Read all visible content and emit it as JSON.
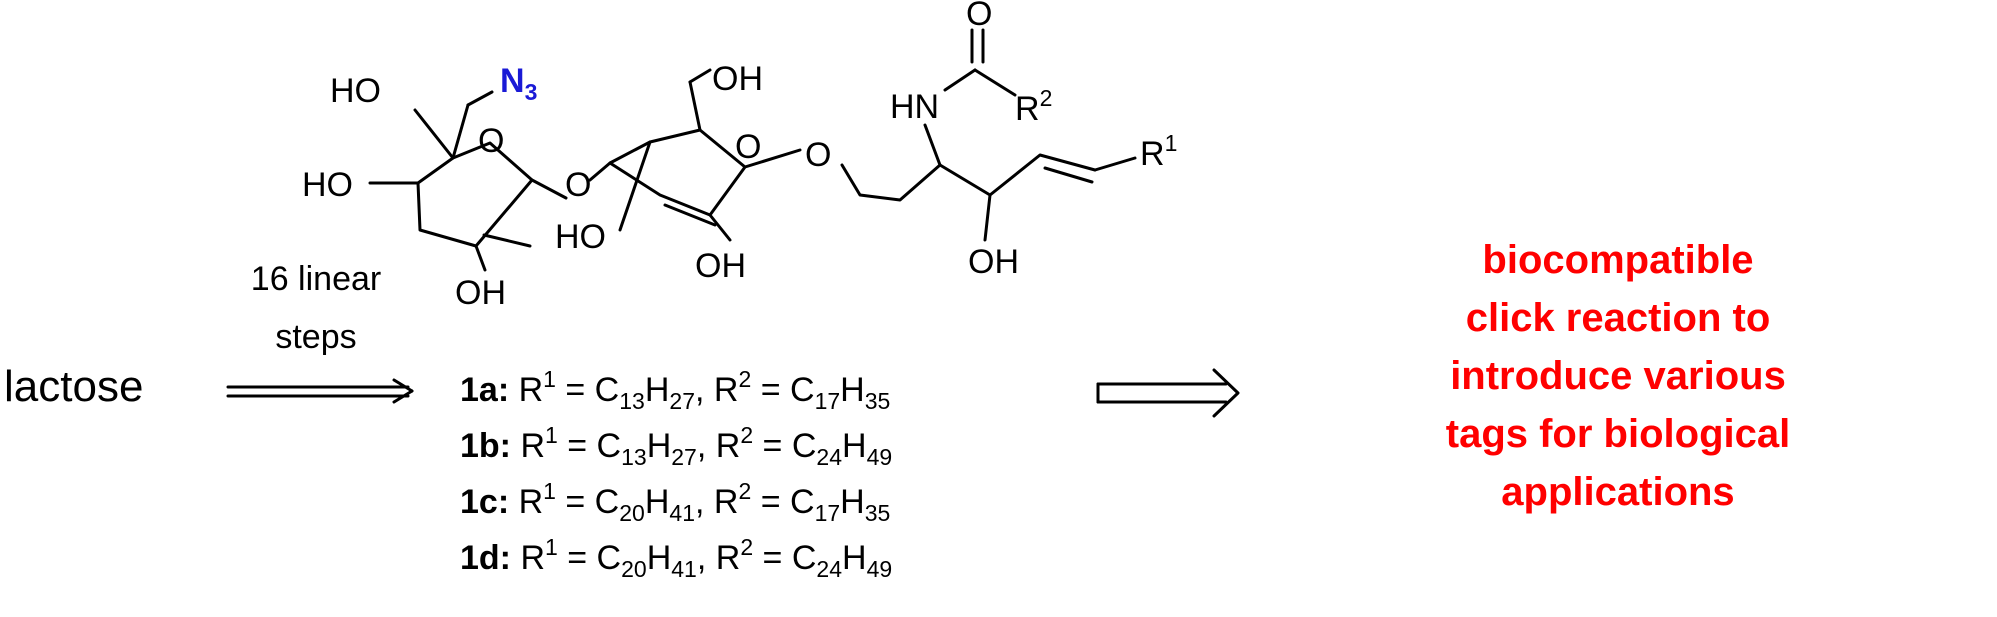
{
  "scheme": {
    "start": "lactose",
    "arrow_label": [
      "16 linear",
      "steps"
    ],
    "structure_labels": {
      "azide_N": "N",
      "azide_sub": "3",
      "gal_oh_top": "HO",
      "gal_oh_mid": "HO",
      "gal_oh_bottom": "OH",
      "glc_oh_ch2": "OH",
      "glc_oh_left": "HO",
      "glc_oh_bottom": "OH",
      "amide_o": "O",
      "amide_nh": "HN",
      "amide_r": "R",
      "amide_r_sup": "2",
      "chain_r": "R",
      "chain_r_sup": "1",
      "chain_oh": "OH",
      "ring_o": "O",
      "link_o": "O"
    },
    "compounds": [
      {
        "id": "1a",
        "r1_c": "13",
        "r1_h": "27",
        "r2_c": "17",
        "r2_h": "35"
      },
      {
        "id": "1b",
        "r1_c": "13",
        "r1_h": "27",
        "r2_c": "24",
        "r2_h": "49"
      },
      {
        "id": "1c",
        "r1_c": "20",
        "r1_h": "41",
        "r2_c": "17",
        "r2_h": "35"
      },
      {
        "id": "1d",
        "r1_c": "20",
        "r1_h": "41",
        "r2_c": "24",
        "r2_h": "49"
      }
    ],
    "compound_text": {
      "colon": ":",
      "r": "R",
      "r1_sup": "1",
      "r2_sup": "2",
      "eq": " = ",
      "c": "C",
      "h": "H",
      "comma": ", "
    },
    "result_lines": [
      "biocompatible",
      "click reaction to",
      "introduce various",
      "tags for biological",
      "applications"
    ],
    "colors": {
      "azide": "#1a1ad6",
      "highlight": "#ff0000",
      "ink": "#000000"
    }
  }
}
